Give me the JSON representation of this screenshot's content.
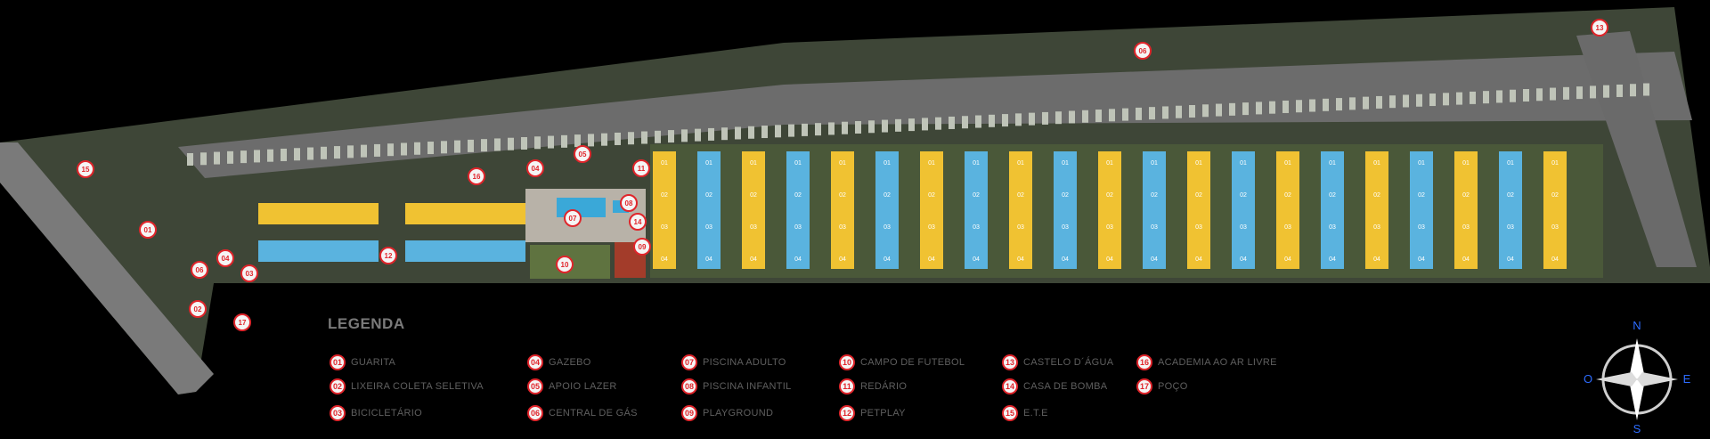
{
  "legend": {
    "title": "LEGENDA",
    "items": [
      {
        "num": "01",
        "label": "GUARITA"
      },
      {
        "num": "02",
        "label": "LIXEIRA COLETA SELETIVA"
      },
      {
        "num": "03",
        "label": "BICICLETÁRIO"
      },
      {
        "num": "04",
        "label": "GAZEBO"
      },
      {
        "num": "05",
        "label": "APOIO LAZER"
      },
      {
        "num": "06",
        "label": "CENTRAL DE GÁS"
      },
      {
        "num": "07",
        "label": "PISCINA ADULTO"
      },
      {
        "num": "08",
        "label": "PISCINA INFANTIL"
      },
      {
        "num": "09",
        "label": "PLAYGROUND"
      },
      {
        "num": "10",
        "label": "CAMPO DE FUTEBOL"
      },
      {
        "num": "11",
        "label": "REDÁRIO"
      },
      {
        "num": "12",
        "label": "PETPLAY"
      },
      {
        "num": "13",
        "label": "CASTELO D´ÁGUA"
      },
      {
        "num": "14",
        "label": "CASA DE BOMBA"
      },
      {
        "num": "15",
        "label": "E.T.E"
      },
      {
        "num": "16",
        "label": "ACADEMIA AO AR LIVRE"
      },
      {
        "num": "17",
        "label": "POÇO"
      }
    ]
  },
  "map_markers": [
    "01",
    "02",
    "03",
    "04",
    "04",
    "05",
    "06",
    "06",
    "07",
    "08",
    "09",
    "10",
    "11",
    "12",
    "13",
    "14",
    "15",
    "16",
    "17"
  ],
  "unit_labels": [
    "01",
    "02",
    "03",
    "04"
  ],
  "compass": {
    "n": "N",
    "s": "S",
    "e": "E",
    "w": "O"
  },
  "colors": {
    "background": "#000000",
    "marker_red": "#e0252b",
    "block_yellow": "#f0c232",
    "block_blue": "#5ab3df",
    "grass": "#4d5c3a",
    "road": "#6f6f6f"
  }
}
